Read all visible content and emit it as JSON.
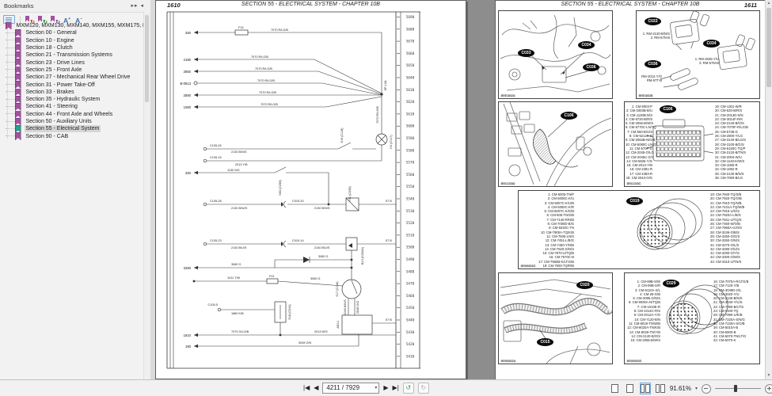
{
  "colors": {
    "accent": "#7ab0e0",
    "ribbon": "#a0529f",
    "ribbon_selected": "#2a9d8f",
    "callout_bg": "#0b0b0b",
    "doc_bg": "#8d8d8d"
  },
  "bookmarks_panel": {
    "title": "Bookmarks",
    "header_icons": {
      "dock": "▸▸",
      "collapse": "◂"
    },
    "toolbar": {
      "font_larger": "A",
      "font_smaller": "A",
      "plus": "+",
      "minus": "−",
      "arrow_glyph": "↻"
    },
    "items": [
      {
        "label": "MXM120, MXM130, MXM140, MXM155, MXM175, MXM19",
        "selected": false
      },
      {
        "label": "Section 00 - General",
        "selected": false
      },
      {
        "label": "Section 10 - Engine",
        "selected": false
      },
      {
        "label": "Section 18 - Clutch",
        "selected": false
      },
      {
        "label": "Section 21 - Transmission Systems",
        "selected": false
      },
      {
        "label": "Section 23 - Drive Lines",
        "selected": false
      },
      {
        "label": "Section 25 - Front Axle",
        "selected": false
      },
      {
        "label": "Section 27 - Mechanical Rear Wheel Drive",
        "selected": false
      },
      {
        "label": "Section 31 - Power Take-Off",
        "selected": false
      },
      {
        "label": "Section 33 - Brakes",
        "selected": false
      },
      {
        "label": "Section 35 - Hydraulic System",
        "selected": false
      },
      {
        "label": "Section 41 - Steering",
        "selected": false
      },
      {
        "label": "Section 44 - Front Axle and Wheels",
        "selected": false
      },
      {
        "label": "Section 50 - Auxiliary Units",
        "selected": false
      },
      {
        "label": "Section 55 - Electrical System",
        "selected": true
      },
      {
        "label": "Section 90 - CAB",
        "selected": false
      }
    ]
  },
  "left_page": {
    "page_number": "1610",
    "header": "SECTION 55 - ELECTRICAL SYSTEM - CHAPTER 10B",
    "schematic": {
      "grid_numbers": [
        "5690",
        "5680",
        "5670",
        "5660",
        "5650",
        "5640",
        "5630",
        "5620",
        "5610",
        "5600",
        "5590",
        "5580",
        "5570",
        "5560",
        "5550",
        "5540",
        "5530",
        "5520",
        "5510",
        "5500",
        "5490",
        "5480",
        "5470",
        "5460",
        "5450",
        "5440",
        "5430",
        "5420",
        "5410"
      ],
      "labels": {
        "t_250": "250",
        "fuse_top": "F13",
        "w_fuse": "7070 R/LG/B",
        "t_2180": "2180",
        "t_2850": "2850",
        "t_b0813": "B-0813",
        "t_2880": "2880",
        "t_1080": "1080",
        "w1": "7070 R/LG/B",
        "w2": "7070 R/LG/B",
        "w3": "7070 R/LG/B",
        "w4": "7070 R/LG/B",
        "w5": "7070 R/LG/B",
        "sp": "SP-13A",
        "w_vert": "7070 R/LG/B",
        "h2": "H2 (C117)",
        "s19": "S19 (C118)",
        "c105_26": "C105-26",
        "w_s19": "2130 B/N/S",
        "c105_15": "C105-15",
        "w_2013": "2013 Y/B",
        "t_250b": "250",
        "w_1130": "1130 N/S",
        "s53": "S53 (C296)",
        "c105_28": "C105-28",
        "c019_20": "C019-20",
        "w_2130a": "2130 B/W/S",
        "w_2130b": "2130 B/N/S",
        "y31": "Y31 (C035)",
        "b57a": "57 B",
        "c105_23": "C105-23",
        "c019_14": "C019-14",
        "w_2140a": "2140 B/U/S",
        "w_2140b": "2140 B/U/S",
        "b13": "B13 (C034A)",
        "b57b": "57 B",
        "w_3080a": "3080 G",
        "t_3280": "3280",
        "w_3080b": "3080 G",
        "s17": "S17 (C118)",
        "w_2046a": "2046 K/N/S",
        "w_2046b": "2046 G/O",
        "ad14": "AD14",
        "b57c": "57 B",
        "f21": "F21",
        "w_1011": "1011 T/W",
        "w_3060": "3060 G",
        "s18": "S18 (C044)",
        "c105_5": "C105-5",
        "w_1880": "1880 K/B",
        "t_1810": "1810",
        "w_7070g": "7070 G/LG/B",
        "w_2013b": "2013 W/S",
        "t_180": "180",
        "w_3045": "3045 O/N"
      }
    }
  },
  "right_page": {
    "page_number": "1611",
    "header": "SECTION 55 - ELECTRICAL SYSTEM - CHAPTER 10B",
    "photo_top": {
      "fig_id": "BRE1602A",
      "callouts": {
        "c1": "C033",
        "c2": "C034",
        "c3": "C036"
      }
    },
    "connector_panel": {
      "fig_id": "BRE1602B",
      "callouts": {
        "c1": "C033",
        "c2": "C034",
        "c3": "C036"
      },
      "labels": [
        "1: RM-2130-B/N/S",
        "2: RM-57N-B",
        "1: RM-3025-Y/U",
        "2: RM-57M-B",
        "RM-2012-Y/O",
        "RM-57T-B"
      ]
    },
    "photo_cab": {
      "fig_id": "BRL1218A",
      "callout": "C106"
    },
    "c106_panel": {
      "fig_id": "BRL1218C",
      "callout": "C106",
      "pins_left": [
        "1: CM-5003-P",
        "2: CM-2003B-B/U",
        "3: CM-1130B-N/S",
        "4: CM-5720-B/R/S",
        "5: CM-2055-B/W/S",
        "6: CM-5770C-LN/TQ",
        "7: CM-550-B/U/S",
        "8: CM-5212K-R",
        "9: CM-2063B-N/G/B",
        "10: CM-5080C-LN/G",
        "11: CM-570P-G",
        "12: CM-2045-O/LG",
        "13: CM-2045C-G/Y",
        "14: CM-5825-Y/G",
        "15: CM-2013-Y/B",
        "16: CM-1081-R",
        "17: CM-1083-R",
        "18: CM-2043-O/G"
      ],
      "pins_right": [
        "19: CM-1301-W/R",
        "20: CM-620-B/R/S",
        "21: CM-2013D-N/S",
        "22: CM-3014F-R/K",
        "23: CM-2140-B/O/S",
        "24: CM-7070F-R/LG/B",
        "25: CM-5738-G",
        "26: CM-2800-Y/LG",
        "27: CM-3140-B/LG/S",
        "28: CM-3100-B/G/S",
        "29: CM-5150C-TQ/P",
        "30: CM-2120-B/TN/S",
        "31: CM-2004-W/U",
        "32: CM-1140-K/W/S",
        "33: CM-1080-R",
        "34: CM-1082-R",
        "35: CM-2130-B/N/S",
        "36: CM-7060-B/LG"
      ]
    },
    "c019_panel": {
      "fig_id": "BRI90001E",
      "callout": "C019",
      "pins_left": [
        "1: CM-5005-TN/P",
        "2: CM-5005C-K/U",
        "3: CM-5007C-K/U/B",
        "4: CM-5050C-K/R",
        "5: CM-5007C-K/G/B",
        "6: CM-505-TN/S/B",
        "7: CM-7140-R/N/B",
        "8: CM-7000D-B/G",
        "9: CM-5020C-TN",
        "10: CM-7900A-TQ/K/B",
        "11: CM-7505-LN/S",
        "12: CM-7451-L/B/G",
        "13: CM-7450-Y/N/B",
        "14: CM-7520-G/N/S",
        "15: CM-7970-U/TQ/B",
        "16: CM-7570C-B",
        "17: CM-7960B-K/LT/S/B",
        "18: CM-7500-TQ/R/B"
      ],
      "pins_right": [
        "19: CM-7940-TQ/S/B",
        "20: CM-7920-TQ/O/B",
        "21: CM-7910-TQ/N/B",
        "22: CM-7431A-TQ/W/B",
        "23: CM-7915-U/G/S",
        "24: CM-7920A-L/B/S",
        "25: CM-7941-U/TQ/S",
        "26: CM-7460-W/O/B",
        "27: CM-7960A-G/O/S",
        "28: CM-3246-O/B/S",
        "29: CM-3250-O/G/S",
        "30: CM-3260-O/N/S",
        "31: CM-3270-O/L/S",
        "32: CM-3280-O/U/S",
        "41: CM-3290-O/Y/S",
        "42: CM-3300-O/W/S",
        "43: CM-3310-U/TN/S"
      ]
    },
    "photo_engine": {
      "fig_id": "BRI90002A",
      "callouts": {
        "c1": "C020",
        "c2": "C015"
      }
    },
    "c029_panel": {
      "fig_id": "BRI90002E",
      "callout": "C029",
      "pins_left": [
        "1: CM-99B-S/W",
        "2: CM-99B-S/R",
        "3: CM-9110A-S/L",
        "4: CM-29-G/B",
        "5: CM-2095-G/N/S",
        "6: CM-9000A-N/TQ/B",
        "7: CM-1010E-R",
        "8: CM-1014C-R/S",
        "9: CM-2012A-Y/O",
        "10: CM-7120-B/N",
        "11: CM-8019-TN/W/B",
        "12: CM-8020A-TN/K/B",
        "13: CM-8029-TN/Y/B",
        "14: CM-2140-B/O/S",
        "15: CM-2055-B/W/S"
      ],
      "pins_right": [
        "16: CM-7070A-R/LTG/B",
        "17: CM-7120-Y/B",
        "18: CM-3049D-O/L",
        "19: CM-3020-Y/U",
        "20: CM-2130-B/N/S",
        "21: CM-3040-Y/U/S",
        "22: CM-7080-B/LT/S",
        "23: CM-0100-TQ",
        "28: CM-7990-U/K/B",
        "31: CM-7220A-S/N/G",
        "32: CM-7230A-S/O/B",
        "39: CM-5010A-B",
        "40: CM-5600-B",
        "41: CM-5070-TN/LT/G",
        "42: CM-5070-K"
      ]
    }
  },
  "status_bar": {
    "first": "|◀",
    "prev": "◀",
    "page_field": "4211 / 7929",
    "next": "▶",
    "last": "▶|",
    "hist_back": "↺",
    "hist_fwd": "↻",
    "zoom_level": "91.61%"
  }
}
